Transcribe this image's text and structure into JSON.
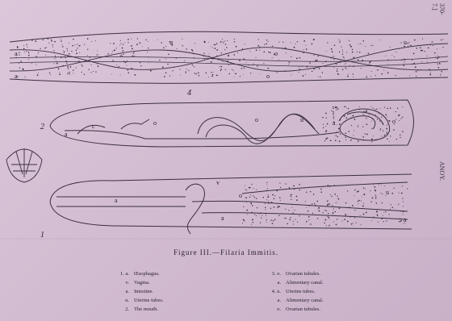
{
  "caption": "Figure III.—Filaria Immitis.",
  "side_label_top": "370-7.]",
  "side_label_mid": "ANOY.",
  "figure_numbers": [
    "4",
    "2",
    "1"
  ],
  "part_labels": [
    "a",
    "a",
    "u",
    "u",
    "o",
    "o",
    "o",
    "a",
    "c",
    "o",
    "u",
    "a",
    "o",
    "u",
    "a",
    "v",
    "o",
    "a",
    "a"
  ],
  "legend_left": [
    {
      "key": "1. a.",
      "text": "Œsophagus."
    },
    {
      "key": "v.",
      "text": "Vagina."
    },
    {
      "key": "a.",
      "text": "Intestine."
    },
    {
      "key": "u.",
      "text": "Uterine tubes."
    },
    {
      "key": "2.",
      "text": "The mouth."
    }
  ],
  "legend_right": [
    {
      "key": "3. o.",
      "text": "Ovarian tubules."
    },
    {
      "key": "a.",
      "text": "Alimentary canal."
    },
    {
      "key": "4. u.",
      "text": "Uterine tubes."
    },
    {
      "key": "a.",
      "text": "Alimentary canal."
    },
    {
      "key": "o.",
      "text": "Ovarian tubules."
    }
  ]
}
